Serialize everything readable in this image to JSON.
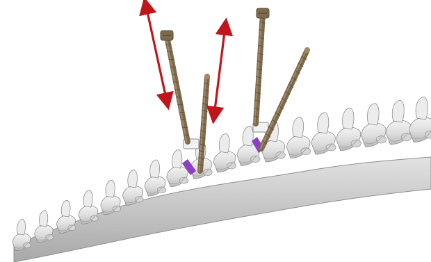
{
  "image": {
    "subject": "spine-with-pedicle-screws",
    "colors": {
      "background": "#ffffff",
      "bone_light": "#ececec",
      "bone_mid": "#d6d6d6",
      "bone_shadow": "#a9a9a9",
      "bone_outline": "#8f8f8f",
      "screw": "#7d6a4e",
      "screw_dark": "#5b4b35",
      "screw_light": "#a08a68",
      "implant": "#8b3fc6",
      "arrow": "#c0161b"
    },
    "icons": {
      "arrow": "double-headed-arrow-icon",
      "screw": "pedicle-screw-icon",
      "vertebra": "vertebra-icon"
    },
    "counts": {
      "screws": 4,
      "arrows": 2
    }
  }
}
